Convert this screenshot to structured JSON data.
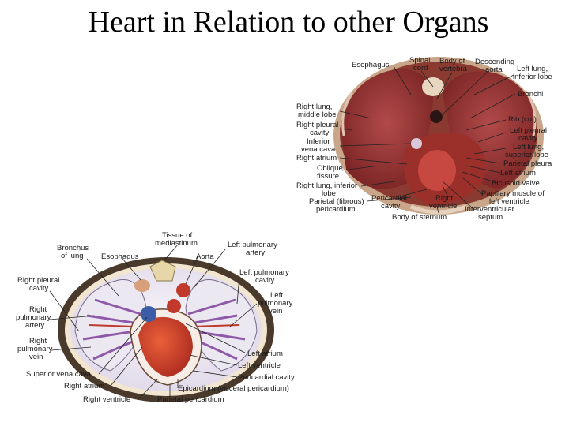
{
  "slide": {
    "title": "Heart in Relation to other Organs"
  },
  "top_figure": {
    "labels": [
      {
        "lines": [
          "Esophagus"
        ]
      },
      {
        "lines": [
          "Spinal",
          "cord"
        ]
      },
      {
        "lines": [
          "Body of",
          "vertebra"
        ]
      },
      {
        "lines": [
          "Descending",
          "aorta"
        ]
      },
      {
        "lines": [
          "Left lung,",
          "inferior lobe"
        ]
      },
      {
        "lines": [
          "Bronchi"
        ]
      },
      {
        "lines": [
          "Right lung,",
          "middle lobe"
        ]
      },
      {
        "lines": [
          "Rib (cut)"
        ]
      },
      {
        "lines": [
          "Right pleural",
          "cavity"
        ]
      },
      {
        "lines": [
          "Left pleural",
          "cavity"
        ]
      },
      {
        "lines": [
          "Inferior",
          "vena cava"
        ]
      },
      {
        "lines": [
          "Left lung,",
          "superior lobe"
        ]
      },
      {
        "lines": [
          "Right atrium"
        ]
      },
      {
        "lines": [
          "Parietal pleura"
        ]
      },
      {
        "lines": [
          "Oblique",
          "fissure"
        ]
      },
      {
        "lines": [
          "Left atrium"
        ]
      },
      {
        "lines": [
          "Right lung, inferior",
          "lobe"
        ]
      },
      {
        "lines": [
          "Bicuspid valve"
        ]
      },
      {
        "lines": [
          "Parietal (fibrous)",
          "pericardium"
        ]
      },
      {
        "lines": [
          "Pericardial",
          "cavity"
        ]
      },
      {
        "lines": [
          "Right",
          "ventricle"
        ]
      },
      {
        "lines": [
          "Papillary muscle of",
          "left ventricle"
        ]
      },
      {
        "lines": [
          "Interventricular",
          "septum"
        ]
      },
      {
        "lines": [
          "Body of sternum"
        ]
      }
    ]
  },
  "bottom_figure": {
    "labels": [
      {
        "lines": [
          "Tissue of",
          "mediastinum"
        ]
      },
      {
        "lines": [
          "Bronchus",
          "of lung"
        ]
      },
      {
        "lines": [
          "Left pulmonary",
          "artery"
        ]
      },
      {
        "lines": [
          "Esophagus"
        ]
      },
      {
        "lines": [
          "Aorta"
        ]
      },
      {
        "lines": [
          "Left pulmonary",
          "cavity"
        ]
      },
      {
        "lines": [
          "Right pleural",
          "cavity"
        ]
      },
      {
        "lines": [
          "Left",
          "pulmonary",
          "vein"
        ]
      },
      {
        "lines": [
          "Right",
          "pulmonary",
          "artery"
        ]
      },
      {
        "lines": [
          "Right",
          "pulmonary",
          "vein"
        ]
      },
      {
        "lines": [
          "Left atrium"
        ]
      },
      {
        "lines": [
          "Left ventricle"
        ]
      },
      {
        "lines": [
          "Superior vena cava"
        ]
      },
      {
        "lines": [
          "Pericardial cavity"
        ]
      },
      {
        "lines": [
          "Right atrium"
        ]
      },
      {
        "lines": [
          "Epicardium (visceral pericardium)"
        ]
      },
      {
        "lines": [
          "Right ventricle"
        ]
      },
      {
        "lines": [
          "Parietal pericardium"
        ]
      }
    ]
  }
}
